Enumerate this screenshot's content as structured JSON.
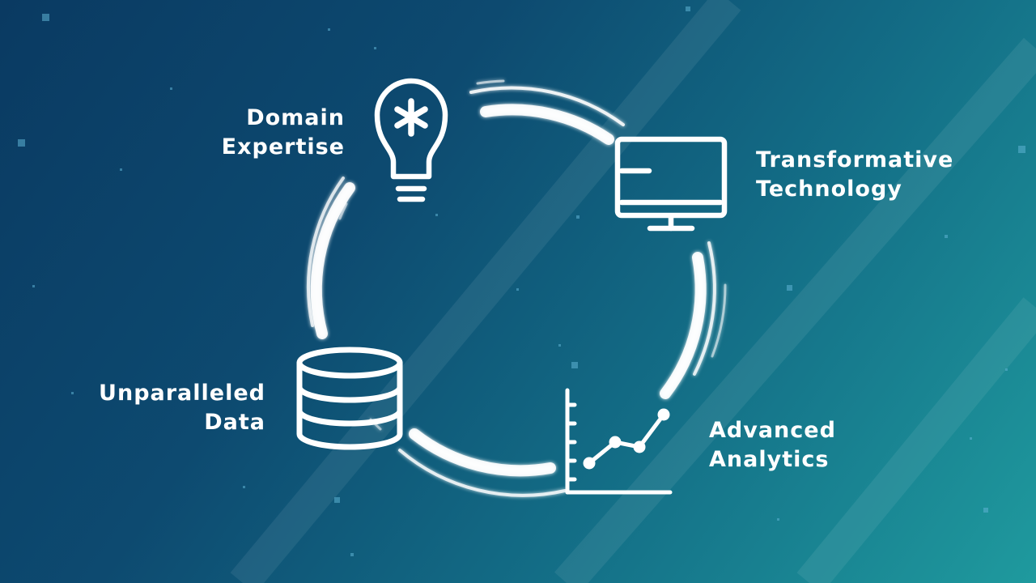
{
  "nodes": {
    "domain_expertise": {
      "line1": "Domain",
      "line2": "Expertise",
      "icon": "lightbulb-icon"
    },
    "transformative_technology": {
      "line1": "Transformative",
      "line2": "Technology",
      "icon": "monitor-icon"
    },
    "unparalleled_data": {
      "line1": "Unparalleled",
      "line2": "Data",
      "icon": "database-icon"
    },
    "advanced_analytics": {
      "line1": "Advanced",
      "line2": "Analytics",
      "icon": "line-chart-icon"
    }
  },
  "colors": {
    "icon_stroke": "#ffffff",
    "background_start": "#0a3a62",
    "background_end": "#1f9a9e"
  }
}
